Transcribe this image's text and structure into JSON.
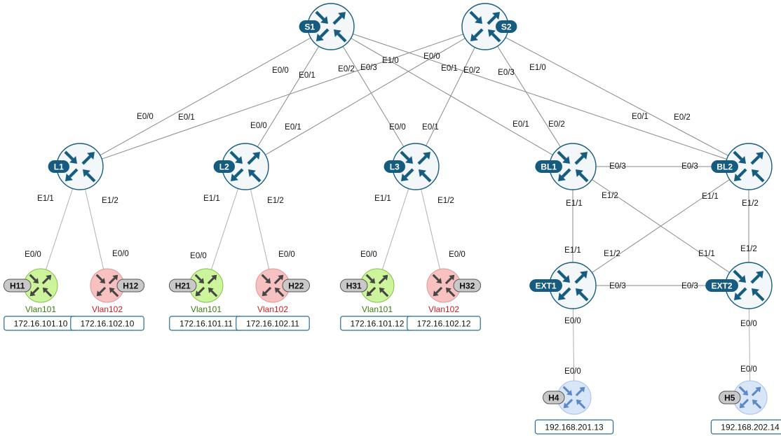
{
  "colors": {
    "switch_fill": "#f4f7f9",
    "switch_stroke": "#1a5e80",
    "arrow": "#155c80",
    "tag": "#155c80",
    "host_tag": "#c8c8c8",
    "green_host": "#ccf49a",
    "red_host": "#f7c1c1",
    "blue_host": "#d8e6f8",
    "blue_arrow": "#5b88c8",
    "host_arrow": "#444444",
    "vlan101": "#3a7a10",
    "vlan102": "#c81e1e",
    "ip_border": "#2a6e96",
    "link": "#8a8a8a",
    "link_light": "#b0b0b0"
  },
  "nodes": [
    {
      "id": "S1",
      "label": "S1",
      "kind": "switch",
      "tag_side": "left"
    },
    {
      "id": "S2",
      "label": "S2",
      "kind": "switch",
      "tag_side": "right"
    },
    {
      "id": "L1",
      "label": "L1",
      "kind": "switch",
      "tag_side": "left"
    },
    {
      "id": "L2",
      "label": "L2",
      "kind": "switch",
      "tag_side": "left"
    },
    {
      "id": "L3",
      "label": "L3",
      "kind": "switch",
      "tag_side": "left"
    },
    {
      "id": "BL1",
      "label": "BL1",
      "kind": "switch",
      "tag_side": "left"
    },
    {
      "id": "BL2",
      "label": "BL2",
      "kind": "switch",
      "tag_side": "left"
    },
    {
      "id": "EXT1",
      "label": "EXT1",
      "kind": "switch",
      "tag_side": "left"
    },
    {
      "id": "EXT2",
      "label": "EXT2",
      "kind": "switch",
      "tag_side": "left"
    },
    {
      "id": "H11",
      "label": "H11",
      "kind": "green",
      "tag_side": "left",
      "vlan": "Vlan101",
      "ip": "172.16.101.10"
    },
    {
      "id": "H12",
      "label": "H12",
      "kind": "red",
      "tag_side": "right",
      "vlan": "Vlan102",
      "ip": "172.16.102.10"
    },
    {
      "id": "H21",
      "label": "H21",
      "kind": "green",
      "tag_side": "left",
      "vlan": "Vlan101",
      "ip": "172.16.101.11"
    },
    {
      "id": "H22",
      "label": "H22",
      "kind": "red",
      "tag_side": "right",
      "vlan": "Vlan102",
      "ip": "172.16.102.11"
    },
    {
      "id": "H31",
      "label": "H31",
      "kind": "green",
      "tag_side": "left",
      "vlan": "Vlan101",
      "ip": "172.16.101.12"
    },
    {
      "id": "H32",
      "label": "H32",
      "kind": "red",
      "tag_side": "right",
      "vlan": "Vlan102",
      "ip": "172.16.102.12"
    },
    {
      "id": "H4",
      "label": "H4",
      "kind": "blue",
      "tag_side": "left",
      "ip": "192.168.201.13"
    },
    {
      "id": "H5",
      "label": "H5",
      "kind": "blue",
      "tag_side": "left",
      "ip": "192.168.202.14"
    }
  ],
  "links": [
    {
      "a": "S1",
      "b": "L1",
      "pa": "E0/0",
      "pb": "E0/0"
    },
    {
      "a": "S1",
      "b": "L2",
      "pa": "E0/1",
      "pb": "E0/0"
    },
    {
      "a": "S1",
      "b": "L3",
      "pa": "E0/2",
      "pb": "E0/0"
    },
    {
      "a": "S1",
      "b": "BL1",
      "pa": "E0/3",
      "pb": "E0/1"
    },
    {
      "a": "S1",
      "b": "BL2",
      "pa": "E1/0",
      "pb": "E0/1"
    },
    {
      "a": "S2",
      "b": "L1",
      "pa": "E0/0",
      "pb": "E0/1"
    },
    {
      "a": "S2",
      "b": "L2",
      "pa": "E0/1",
      "pb": "E0/1"
    },
    {
      "a": "S2",
      "b": "L3",
      "pa": "E0/2",
      "pb": "E0/1"
    },
    {
      "a": "S2",
      "b": "BL1",
      "pa": "E0/3",
      "pb": "E0/2"
    },
    {
      "a": "S2",
      "b": "BL2",
      "pa": "E1/0",
      "pb": "E0/2"
    },
    {
      "a": "L1",
      "b": "H11",
      "pa": "E1/1",
      "pb": "E0/0"
    },
    {
      "a": "L1",
      "b": "H12",
      "pa": "E1/2",
      "pb": "E0/0"
    },
    {
      "a": "L2",
      "b": "H21",
      "pa": "E1/1",
      "pb": "E0/0"
    },
    {
      "a": "L2",
      "b": "H22",
      "pa": "E1/2",
      "pb": "E0/0"
    },
    {
      "a": "L3",
      "b": "H31",
      "pa": "E1/1",
      "pb": "E0/0"
    },
    {
      "a": "L3",
      "b": "H32",
      "pa": "E1/2",
      "pb": "E0/0"
    },
    {
      "a": "BL1",
      "b": "BL2",
      "pa": "E0/3",
      "pb": "E0/3"
    },
    {
      "a": "BL1",
      "b": "EXT1",
      "pa": "E1/1",
      "pb": "E1/1"
    },
    {
      "a": "BL1",
      "b": "EXT2",
      "pa": "E1/2",
      "pb": "E1/1"
    },
    {
      "a": "BL2",
      "b": "EXT1",
      "pa": "E1/1",
      "pb": "E1/2"
    },
    {
      "a": "BL2",
      "b": "EXT2",
      "pa": "E1/2",
      "pb": "E1/2"
    },
    {
      "a": "EXT1",
      "b": "EXT2",
      "pa": "E0/3",
      "pb": "E0/3"
    },
    {
      "a": "EXT1",
      "b": "H4",
      "pa": "E0/0",
      "pb": "E0/0"
    },
    {
      "a": "EXT2",
      "b": "H5",
      "pa": "E0/0",
      "pb": "E0/0"
    }
  ]
}
